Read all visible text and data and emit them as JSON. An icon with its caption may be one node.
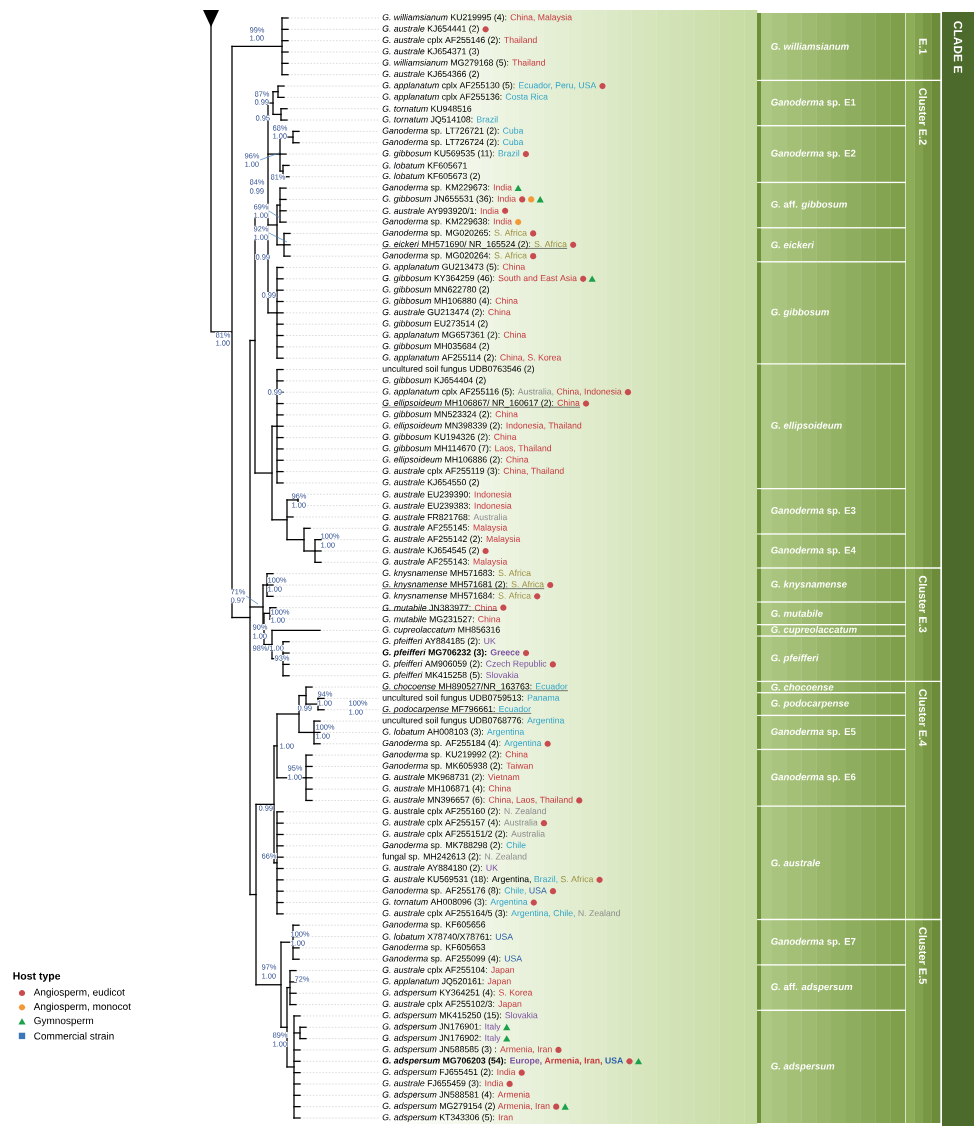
{
  "diagram": {
    "nodes": [
      {
        "text": [
          "G. williamsianum"
        ]
      },
      {
        "text": [
          "*Ganoderma* sp. E1"
        ]
      },
      {
        "text": [
          "*Ganoderma* sp. E2"
        ]
      },
      {
        "text": [
          "*G.* aff. *gibbosum*"
        ]
      },
      {
        "text": [
          "G. eickeri"
        ]
      },
      {
        "text": [
          "G. gibbosum"
        ]
      },
      {
        "text": [
          "G. ellipsoideum"
        ]
      },
      {
        "text": [
          "*Ganoderma* sp. E3"
        ]
      },
      {
        "text": [
          "*Ganoderma* sp. E4"
        ]
      },
      {
        "text": [
          "G. knysnamense"
        ]
      },
      {
        "text": [
          "G. mutabile"
        ]
      },
      {
        "text": [
          "G. cupreolaccatum"
        ]
      },
      {
        "text": [
          "G. pfeifferi"
        ]
      },
      {
        "text": [
          "G. chocoense"
        ]
      },
      {
        "text": [
          "G. podocarpense"
        ]
      },
      {
        "text": [
          "*Ganoderma* sp. E5"
        ]
      },
      {
        "text": [
          "*Ganoderma* sp. E6"
        ]
      },
      {
        "text": [
          "G. australe"
        ]
      },
      {
        "text": [
          "*Ganoderma* sp. E7"
        ]
      },
      {
        "text": [
          "*G.* aff. *adspersum*"
        ]
      },
      {
        "text": [
          "G. adspersum"
        ]
      },
      {
        "text": [
          "E.1"
        ]
      },
      {
        "text": [
          "Cluster E.2"
        ]
      },
      {
        "text": [
          "Cluster E.3"
        ]
      },
      {
        "text": [
          "Cluster E.4"
        ]
      },
      {
        "text": [
          "Cluster E.5"
        ]
      },
      {
        "text": [
          "CLADE E"
        ]
      },
      {
        "text": [
          "96%",
          "1.00"
        ]
      },
      {
        "text": [
          "69%",
          "1.00"
        ]
      },
      {
        "text": [
          "92%",
          "1.00"
        ]
      },
      {
        "text": [
          "71%",
          "0.97"
        ]
      }
    ],
    "edges": [
      {
        "from": 27,
        "to": null,
        "arrow": "none"
      },
      {
        "from": 28,
        "to": null,
        "arrow": "none"
      },
      {
        "from": 29,
        "to": null,
        "arrow": "none"
      },
      {
        "from": 30,
        "to": null,
        "arrow": "none"
      }
    ],
    "labels": [
      "99%",
      "1.00",
      "87%",
      "0.99",
      "0.95",
      "68%",
      "1.00",
      "81%",
      "84%",
      "0.99",
      "0.99",
      "0.99",
      "81%",
      "1.00",
      "0.99",
      "96%",
      "1.00",
      "100%",
      "1.00",
      "100%",
      "1.00",
      "100%",
      "1.00",
      "90%",
      "1.00",
      "98%/1.00",
      "93%",
      "94%",
      "1.00",
      "100%",
      "1.00",
      "0.99",
      "100%",
      "1.00",
      "1.00",
      "95%",
      "1.00",
      "0.99",
      "66%",
      "100%",
      "1.00",
      "97%",
      "1.00",
      "72%",
      "89%",
      "1.00",
      "*G. williamsianum* KU219995 (4):",
      "China, Malaysia",
      "*G. australe* KJ654441 (2)",
      "*G. australe* cplx AF255146 (2):",
      "Thailand",
      "*G. australe* KJ654371 (3)",
      "*G. williamsianum* MG279168 (5):",
      "Thailand",
      "*G. australe* KJ654366 (2)",
      "*G. applanatum* cplx AF255130 (5):",
      "Ecuador, Peru, USA",
      "*G. applanatum* cplx AF255136:",
      "Costa Rica",
      "*G. tornatum* KU948516",
      "*G. tornatum* JQ514108:",
      "Brazil",
      "*Ganoderma* sp. LT726721 (2):",
      "Cuba",
      "*Ganoderma* sp. LT726724 (2):",
      "Cuba",
      "*G. gibbosum* KU569535 (11):",
      "Brazil",
      "*G. lobatum* KF605671",
      "*G. lobatum* KF605673 (2)",
      "*Ganoderma* sp. KM229673:",
      "India",
      "*G. gibbosum* JN655531 (36):",
      "India",
      "*G. australe* AY993920/1:",
      "India",
      "*Ganoderma* sp. KM229638:",
      "India",
      "*Ganoderma* sp. MG020265:",
      "S. Africa",
      "*G. eickeri* MH571690/ NR_165524 (2):",
      "S. Africa",
      "*Ganoderma* sp. MG020264:",
      "S. Africa",
      "*G. applanatum* GU213473 (5):",
      "China",
      "*G. gibbosum* KY364259 (46):",
      "South and East Asia",
      "*G. gibbosum* MN622780 (2)",
      "*G. gibbosum* MH106880 (4):",
      "China",
      "*G. australe* GU213474 (2):",
      "China",
      "*G. gibbosum* EU273514 (2)",
      "*G. applanatum* MG657361 (2):",
      "China",
      "*G. gibbosum* MH035684 (2)",
      "*G. applanatum* AF255114 (2):",
      "China, S. Korea",
      "uncultured soil fungus UDB0763546 (2)",
      "*G. gibbosum* KJ654404 (2)",
      "*G. applanatum* cplx AF255116 (5):",
      "Australia,",
      "China, Indonesia",
      "*G. ellipsoideum* MH106867/ NR_160617 (2):",
      "China",
      "*G. gibbosum* MN523324 (2):",
      "China",
      "*G. ellipsoideum* MN398339 (2):",
      "Indonesia, Thailand",
      "*G. gibbosum* KU194326 (2):",
      "China",
      "*G. gibbosum* MH114670 (7):",
      "Laos, Thailand",
      "*G. ellipsoideum* MH106886 (2):",
      "China",
      "*G. australe* cplx AF255119 (3):",
      "China, Thailand",
      "*G. australe* KJ654550 (2)",
      "*G. australe* EU239390:",
      "Indonesia",
      "*G. australe* EU239383:",
      "Indonesia",
      "*G. australe* FR821768:",
      "Australia",
      "*G. australe* AF255145:",
      "Malaysia",
      "*G. australe* AF255142 (2):",
      "Malaysia",
      "*G. australe* KJ654545 (2)",
      "*G. australe* AF255143:",
      "Malaysia",
      "*G. knysnamense* MH571683:",
      "S. Africa",
      "*G. knysnamense* MH571681 (2):",
      "S. Africa",
      "*G. knysnamense* MH571684:",
      "S. Africa",
      "*G. mutabile* JN383977:",
      "China",
      "*G. mutabile* MG231527:",
      "China",
      "*G. cupreolaccatum* MH856316",
      "*G. pfeifferi* AY884185 (2):",
      "UK",
      "*G. pfeifferi* MG706232 (3):",
      "Greece",
      "*G. pfeifferi* AM906059 (2):",
      "Czech Republic",
      "*G. pfeifferi* MK415258 (5):",
      "Slovakia",
      "*G. chocoense* MH890527/NR_163763:",
      "Ecuador",
      "uncultured soil fungus UDB0759513:",
      "Panama",
      "*G. podocarpense* MF796661:",
      "Ecuador",
      "uncultured soil fungus UDB0768776:",
      "Argentina",
      "*G. lobatum* AH008103 (3):",
      "Argentina",
      "*Ganoderma* sp. AF255184 (4):",
      "Argentina",
      "*Ganoderma* sp. KU219992 (2):",
      "China",
      "*Ganoderma* sp. MK605938 (2):",
      "Taiwan",
      "*G. australe* MK968731 (2):",
      "Vietnam",
      "*G. australe* MH106871 (4):",
      "China",
      "*G. australe* MN396657 (6):",
      "China, Laos, Thailand",
      "G. australe cplx AF255160 (2):",
      "N. Zealand",
      "*G. australe* cplx AF255157 (4):",
      "Australia",
      "*G. australe* cplx AF255151/2 (2):",
      "Australia",
      "*Ganoderma* sp. MK788298 (2):",
      "Chile",
      "fungal sp. MH242613 (2):",
      "N. Zealand",
      "*G. australe* AY884180 (2):",
      "UK",
      "*G. australe* KU569531 (18): Argentina,",
      "Brazil,",
      "S. Africa",
      "*Ganoderma* sp. AF255176 (8):",
      "Chile,",
      "USA",
      "*G. tornatum* AH008096 (3):",
      "Argentina",
      "*G. australe* cplx AF255164/5 (3):",
      "Argentina, Chile,",
      "N. Zealand",
      "*Ganoderma* sp. KF605656",
      "*G. lobatum* X78740/X78761:",
      "USA",
      "*Ganoderma* sp. KF605653",
      "*Ganoderma* sp. AF255099 (4):",
      "USA",
      "*G. australe* cplx AF255104:",
      "Japan",
      "*G. applanatum* JQ520161:",
      "Japan",
      "*G. adspersum* KY364251 (4):",
      "S. Korea",
      "*G. australe* cplx AF255102/3:",
      "Japan",
      "*G. adspersum* MK415250 (15):",
      "Slovakia",
      "*G. adspersum* JN176901:",
      "Italy",
      "*G. adspersum* JN176902:",
      "Italy",
      "*G. adspersum* JN588585 (3) :",
      "Armenia, Iran",
      "*G. adspersum* MG706203 (54):",
      "Europe,",
      "Armenia, Iran,",
      "USA",
      "*G. adspersum* FJ655451 (2):",
      "India",
      "*G. australe* FJ655459 (3):",
      "India",
      "*G. adspersum* JN588581 (4):",
      "Armenia",
      "*G. adspersum* MG279154 (2)",
      "Armenia, Iran",
      "*G. adspersum* KT343306 (5):",
      "Iran",
      "Host type"
    ],
    "legend": [
      {
        "text": "Angiosperm, eudicot",
        "color": "#c84b4f"
      },
      {
        "text": "Angiosperm, monocot",
        "color": "#f29a38"
      },
      {
        "text": "Gymnosperm",
        "color": "#1aa14a"
      },
      {
        "text": "Commercial strain",
        "color": "#3b78b8"
      }
    ]
  }
}
